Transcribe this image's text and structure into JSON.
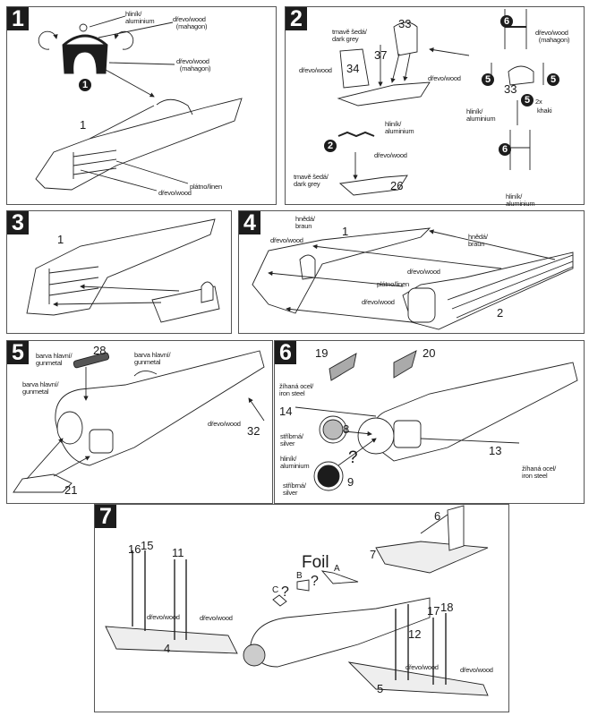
{
  "steps": [
    "1",
    "2",
    "3",
    "4",
    "5",
    "6",
    "7"
  ],
  "materials": {
    "aluminium": "hliník/\naluminium",
    "wood": "dřevo/wood",
    "wood_mahagon": "dřevo/wood\n  (mahagon)",
    "linen": "plátno/linen",
    "dark_grey": "tmavě šedá/\ndark grey",
    "khaki": "khaki",
    "braun": "hnědá/\nbraun",
    "gunmetal": "barva hlavní/\ngunmetal",
    "iron_steel": "žíhaná ocel/\niron steel",
    "silver": "stříbrná/\nsilver"
  },
  "panel1": {
    "callout": "1",
    "part": "1"
  },
  "panel2": {
    "parts": [
      "33",
      "37",
      "34",
      "26",
      "33"
    ],
    "callouts": [
      "6",
      "5",
      "5",
      "5",
      "6",
      "2"
    ],
    "qty": "2x"
  },
  "panel3": {
    "part": "1"
  },
  "panel4": {
    "parts": [
      "1",
      "2"
    ]
  },
  "panel5": {
    "parts": [
      "28",
      "32",
      "21"
    ]
  },
  "panel6": {
    "parts": [
      "19",
      "20",
      "14",
      "8",
      "9",
      "13"
    ],
    "question": "?"
  },
  "panel7": {
    "parts": [
      "16",
      "15",
      "11",
      "4",
      "6",
      "7",
      "12",
      "17",
      "18",
      "5"
    ],
    "foil": "Foil",
    "foil_parts": [
      "A",
      "B",
      "C"
    ],
    "question": "?"
  },
  "colors": {
    "ink": "#1c1c1c",
    "frame": "#555555"
  }
}
